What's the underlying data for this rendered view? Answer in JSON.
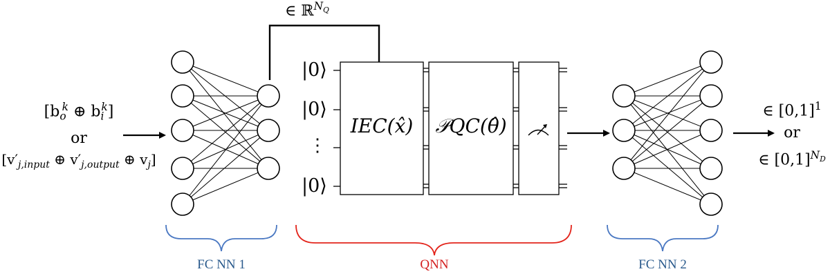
{
  "input": {
    "line1": "[b",
    "line1_sup_o": "k",
    "line1_sub_o": "o",
    "line1_op": " ⊕ b",
    "line1_sup_i": "k",
    "line1_sub_i": "i",
    "line1_end": "]",
    "or": "or",
    "line3_a": "[v′",
    "line3_a_sub": "j,input",
    "line3_b": " ⊕ v′",
    "line3_b_sub": "j,output",
    "line3_c": " ⊕ v",
    "line3_c_sub": "j",
    "line3_end": "]"
  },
  "feedback_label": {
    "prefix": "∈ ℝ",
    "sup": "N",
    "sup_sub": "Q"
  },
  "qubits": {
    "ket1": "|0⟩",
    "ket2": "|0⟩",
    "dots": "⋮",
    "ket4": "|0⟩"
  },
  "gates": {
    "iec": "IEC(x̂)",
    "pqc": "𝒫QC(θ̂)"
  },
  "output": {
    "line1": "∈ [0,1]",
    "line1_sup": "1",
    "or": "or",
    "line3": "∈ [0,1]",
    "line3_sup": "N",
    "line3_sup_sub": "D"
  },
  "labels": {
    "fcnn1": "FC NN 1",
    "qnn": "QNN",
    "fcnn2": "FC NN 2"
  },
  "colors": {
    "fc_brace": "#4a78c2",
    "qnn_brace": "#e3241b",
    "fc_label": "#2a5a8c",
    "qnn_label": "#d42020",
    "line": "#000000"
  },
  "icons": {
    "measure": "meter-icon"
  }
}
